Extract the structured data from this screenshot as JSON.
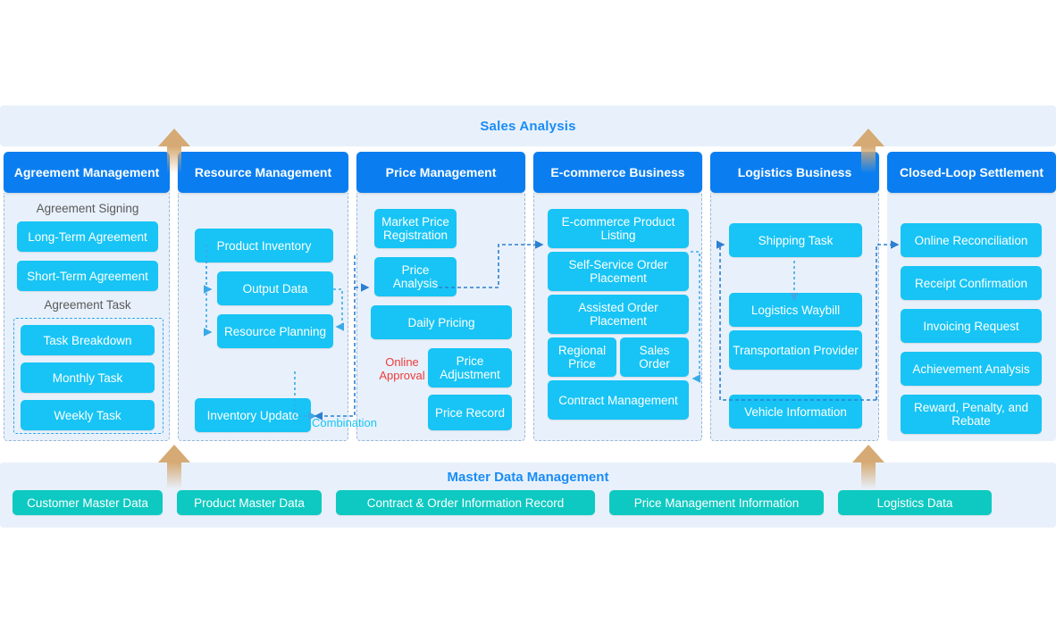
{
  "top_band": {
    "title": "Sales Analysis",
    "color": "#1a8cf5"
  },
  "bottom_band": {
    "title": "Master Data Management",
    "color": "#1a8cf5",
    "chip_color": "#0ec9c1",
    "chips": [
      {
        "label": "Customer Master Data"
      },
      {
        "label": "Product Master Data"
      },
      {
        "label": "Contract & Order Information Record"
      },
      {
        "label": "Price Management Information"
      },
      {
        "label": "Logistics Data"
      }
    ]
  },
  "columns": [
    {
      "id": "agreement-management",
      "header": "Agreement Management",
      "section_labels": [
        "Agreement Signing",
        "Agreement Task"
      ],
      "nodes": [
        {
          "label": "Long-Term Agreement"
        },
        {
          "label": "Short-Term Agreement"
        },
        {
          "label": "Task Breakdown"
        },
        {
          "label": "Monthly Task"
        },
        {
          "label": "Weekly Task"
        }
      ]
    },
    {
      "id": "resource-management",
      "header": "Resource Management",
      "nodes": [
        {
          "label": "Product Inventory"
        },
        {
          "label": "Output Data"
        },
        {
          "label": "Resource Planning"
        },
        {
          "label": "Inventory Update"
        }
      ]
    },
    {
      "id": "price-management",
      "header": "Price Management",
      "nodes": [
        {
          "label": "Market Price Registration"
        },
        {
          "label": "Price Analysis"
        },
        {
          "label": "Daily Pricing"
        },
        {
          "label": "Price Adjustment"
        },
        {
          "label": "Price Record"
        }
      ],
      "notes": [
        {
          "label": "Online Approval",
          "color": "#ef3b3b"
        }
      ]
    },
    {
      "id": "ecommerce-business",
      "header": "E-commerce Business",
      "nodes": [
        {
          "label": "E-commerce Product Listing"
        },
        {
          "label": "Self-Service Order Placement"
        },
        {
          "label": "Assisted Order Placement"
        },
        {
          "label": "Regional Price"
        },
        {
          "label": "Sales Order"
        },
        {
          "label": "Contract Management"
        }
      ]
    },
    {
      "id": "logistics-business",
      "header": "Logistics Business",
      "nodes": [
        {
          "label": "Shipping Task"
        },
        {
          "label": "Logistics Waybill"
        },
        {
          "label": "Transportation Provider"
        },
        {
          "label": "Vehicle Information"
        }
      ]
    },
    {
      "id": "closed-loop-settlement",
      "header": "Closed-Loop Settlement",
      "nodes": [
        {
          "label": "Online Reconciliation"
        },
        {
          "label": "Receipt Confirmation"
        },
        {
          "label": "Invoicing Request"
        },
        {
          "label": "Achievement Analysis"
        },
        {
          "label": "Reward, Penalty, and Rebate"
        }
      ]
    }
  ],
  "annotations": [
    {
      "label": "Combination",
      "color": "#17c4f5"
    }
  ],
  "palette": {
    "header_blue": "#0a7ef0",
    "node_cyan": "#17c4f5",
    "band_bg": "#e8f1fb",
    "teal": "#0ec9c1",
    "tan_arrow": "#d6aa74",
    "connector_blue": "#2d7fd0"
  }
}
